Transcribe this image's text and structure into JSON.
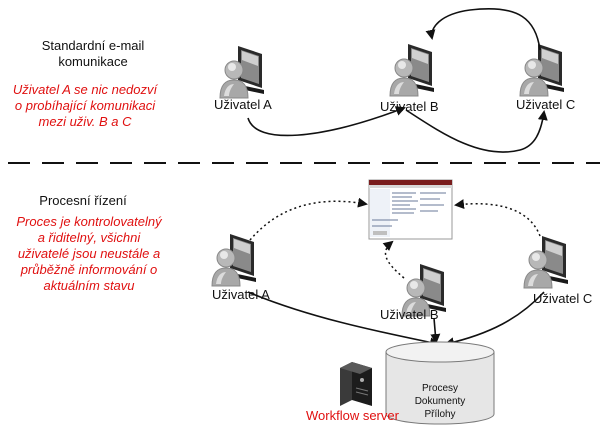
{
  "section_email": {
    "heading_line1": "Standardní e-mail",
    "heading_line2": "komunikace",
    "note_line1": "Uživatel A se nic nedozví",
    "note_line2": "o probíhající komunikaci",
    "note_line3": "mezi uživ. B a C"
  },
  "section_process": {
    "heading": "Procesní řízení",
    "note_line1": "Proces je kontrolovatelný",
    "note_line2": "a řiditelný, všichni",
    "note_line3": "uživatelé jsou neustále a",
    "note_line4": "průběžně informování o",
    "note_line5": "aktuálním stavu"
  },
  "users": {
    "a": "Uživatel A",
    "b": "Uživatel B",
    "c": "Uživatel C"
  },
  "database": {
    "line1": "Procesy",
    "line2": "Dokumenty",
    "line3": "Přílohy"
  },
  "server": {
    "label": "Workflow server"
  },
  "colors": {
    "note_red": "#e01010",
    "arrow": "#111111",
    "db_fill": "#e6e6e6",
    "monitor": "#222222"
  }
}
